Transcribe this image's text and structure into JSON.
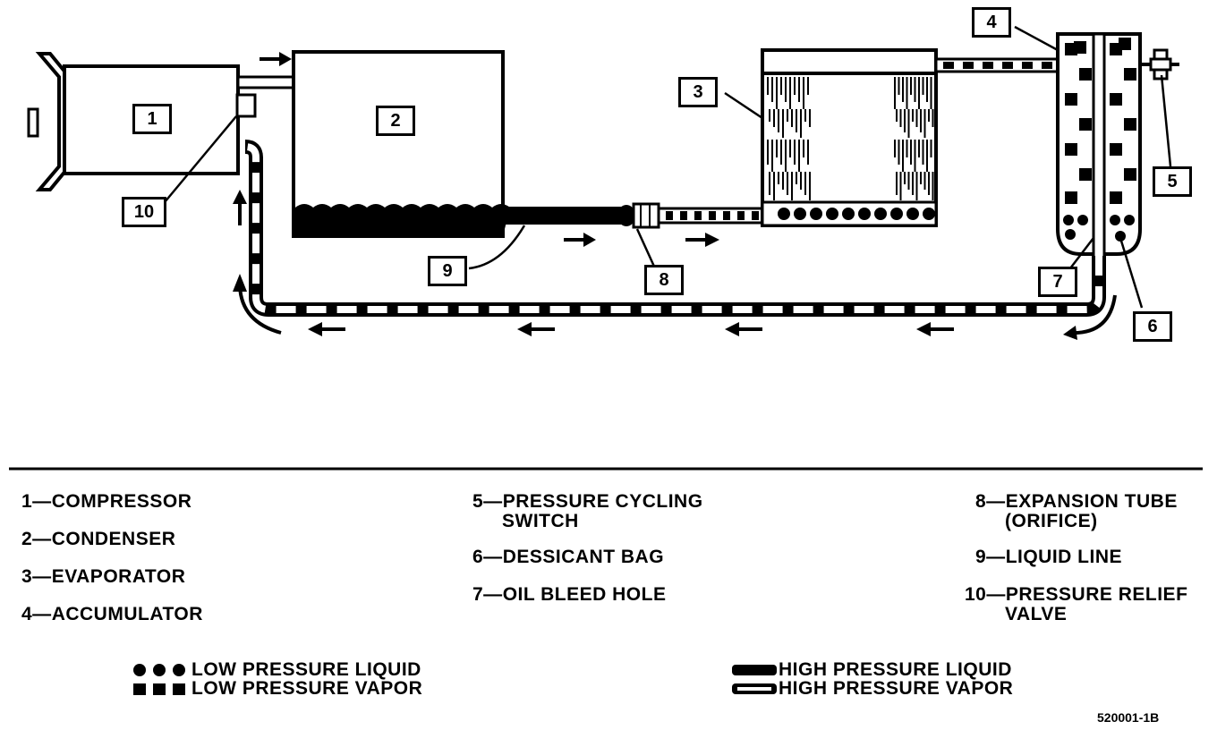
{
  "diagram": {
    "callouts": [
      "1",
      "2",
      "3",
      "4",
      "5",
      "6",
      "7",
      "8",
      "9",
      "10"
    ]
  },
  "legend": {
    "items": [
      {
        "num": "1—",
        "label": "COMPRESSOR"
      },
      {
        "num": "2—",
        "label": "CONDENSER"
      },
      {
        "num": "3—",
        "label": "EVAPORATOR"
      },
      {
        "num": "4—",
        "label": "ACCUMULATOR"
      },
      {
        "num": "5—",
        "label": "PRESSURE CYCLING",
        "cont": "SWITCH"
      },
      {
        "num": "6—",
        "label": "DESSICANT BAG"
      },
      {
        "num": "7—",
        "label": "OIL BLEED HOLE"
      },
      {
        "num": "8—",
        "label": "EXPANSION TUBE",
        "cont": "(ORIFICE)"
      },
      {
        "num": "9—",
        "label": "LIQUID LINE"
      },
      {
        "num": "10—",
        "label": "PRESSURE RELIEF",
        "cont": "VALVE"
      }
    ]
  },
  "key": {
    "low_liquid": "LOW PRESSURE LIQUID",
    "low_vapor": "LOW PRESSURE VAPOR",
    "high_liquid": "HIGH PRESSURE LIQUID",
    "high_vapor": "HIGH PRESSURE VAPOR"
  },
  "figure_number": "520001-1B"
}
